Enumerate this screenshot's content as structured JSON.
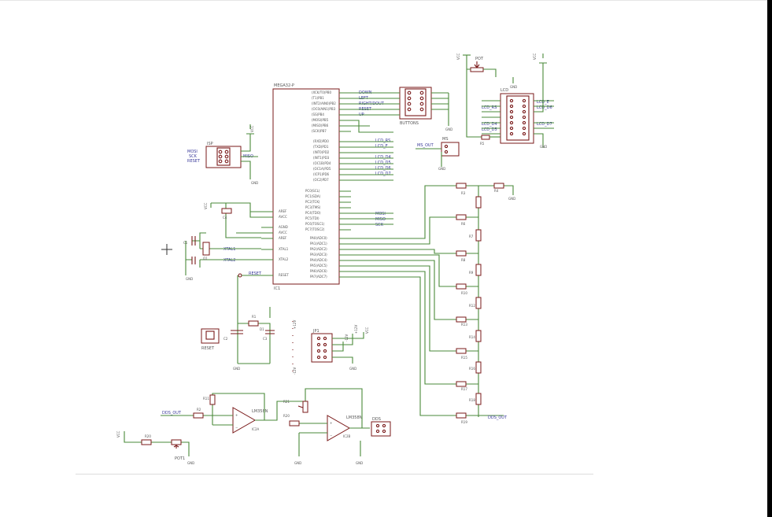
{
  "window": {
    "title": ""
  },
  "mcu": {
    "name": "MEGA32-P",
    "ref": "IC1",
    "left_pins": [
      "AREF",
      "AVCC",
      "XTAL2",
      "XTAL1",
      "RESET"
    ],
    "left_pins_top": [
      "AREF",
      "AVCC",
      "AGND"
    ],
    "right_pins_b": [
      "(XCK/T0)PB0",
      "(T1)PB1",
      "(INT2/AIN0)PB2",
      "(OC0/AIN1)PB3",
      "(SS)PB4",
      "(MOSI)PB5",
      "(MISO)PB6",
      "(SCK)PB7"
    ],
    "right_pins_d": [
      "(RXD)PD0",
      "(TXD)PD1",
      "(INT0)PD2",
      "(INT1)PD3",
      "(OC1B)PD4",
      "(OC1A)PD5",
      "(ICP1)PD6",
      "(OC2)PD7"
    ],
    "right_pins_c": [
      "PC0(SCL)",
      "PC1(SDA)",
      "PC2(TCK)",
      "PC3(TMS)",
      "PC4(TDO)",
      "PC5(TDI)",
      "PC6(TOSC1)",
      "PC7(TOSC2)"
    ],
    "right_pins_a": [
      "PA0(ADC0)",
      "PA1(ADC1)",
      "PA2(ADC2)",
      "PA3(ADC3)",
      "PA4(ADC4)",
      "PA5(ADC5)",
      "PA6(ADC6)",
      "PA7(ADC7)"
    ]
  },
  "nets": {
    "buttons": [
      "DOWN",
      "LEFT",
      "RIGHT/DOUT",
      "RESET",
      "UP"
    ],
    "lcd_left": [
      "LCD_RS",
      "LCD_E",
      "LCD_D4",
      "LCD_D5",
      "LCD_D6",
      "LCD_D7"
    ],
    "lcd_right": [
      "LCD_RS",
      "LCD_E",
      "LCD_D4",
      "LCD_D5",
      "LCD_D6",
      "LCD_D7"
    ],
    "isp_left": [
      "MOSI",
      "SCK",
      "RESET"
    ],
    "isp_right": [
      "MISO"
    ],
    "spi_right": [
      "MOSI",
      "MISO",
      "SCK"
    ],
    "xtal": [
      "XTAL1",
      "XTAL2"
    ],
    "reset_net": "RESET",
    "ms_out": "MS_OUT",
    "dds_out": "DDS_OUT"
  },
  "parts": {
    "buttons_header": "BUTTONS",
    "isp_header": "ISP",
    "lcd_header": "LCD",
    "ms_header": "MS",
    "pot_top": "POT",
    "pot_bottom": "POT1",
    "power_header": "JP1",
    "out_header": "DDS",
    "reset_switch": "RESET",
    "opamp1": "LM358N",
    "opamp1_ref": "IC2A",
    "opamp2": "LM358N",
    "opamp2_ref": "IC2B",
    "q1": "Q1",
    "caps": [
      "C1",
      "C2",
      "C3",
      "C4"
    ],
    "resistors": [
      "R1",
      "R2",
      "R3",
      "R4",
      "R5",
      "R6",
      "R7",
      "R8",
      "R9",
      "R10",
      "R11",
      "R12",
      "R13",
      "R14",
      "R15",
      "R16",
      "R17",
      "R18",
      "R19",
      "R20",
      "R21"
    ],
    "d1": "D1"
  },
  "power": {
    "vcc": "VCC",
    "gnd": "GND",
    "v12p": "+12V",
    "v12n": "-12V"
  },
  "colors": {
    "wire": "#4a8a3a",
    "part": "#7a1a1a",
    "net_label": "#3a3a9a",
    "text": "#555555"
  },
  "icons": {
    "cursor": "crosshair-icon"
  }
}
